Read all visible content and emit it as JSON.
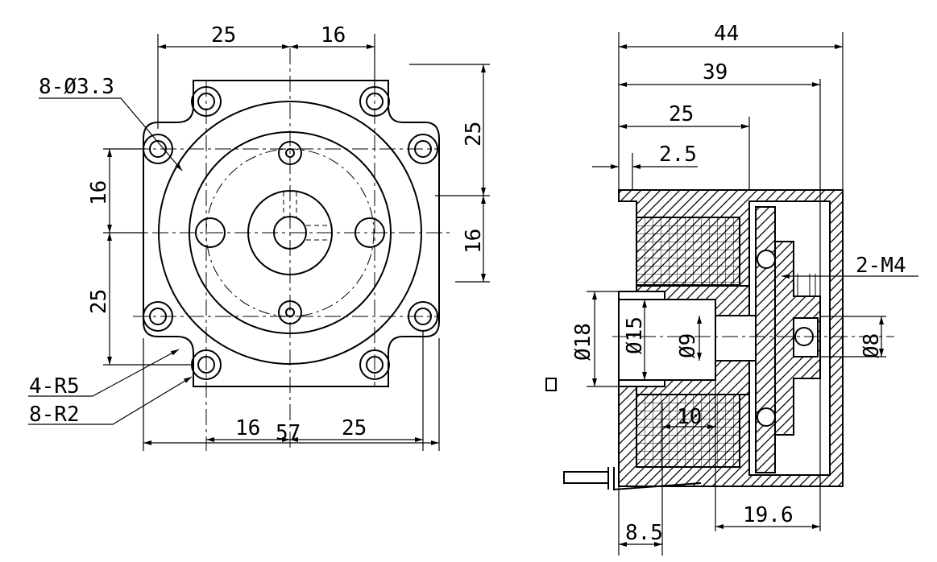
{
  "drawing": {
    "front_view": {
      "dims": {
        "top_left": "25",
        "top_right": "16",
        "hole_callout": "8-Ø3.3",
        "right_upper": "25",
        "right_lower": "16",
        "left_upper": "16",
        "left_lower": "25",
        "radius_callout": "4-R5",
        "radius_small_callout": "8-R2",
        "bottom_left": "16",
        "bottom_total": "57",
        "bottom_right": "25"
      }
    },
    "side_view": {
      "dims": {
        "total_length": "44",
        "length_39": "39",
        "length_25": "25",
        "offset": "2.5",
        "thread_callout": "2-M4",
        "dia_18": "Ø18",
        "dia_15": "Ø15",
        "dia_9": "Ø9",
        "dia_8": "Ø8",
        "inner_10": "10",
        "bottom_8_5": "8.5",
        "bottom_19_6": "19.6"
      }
    }
  }
}
